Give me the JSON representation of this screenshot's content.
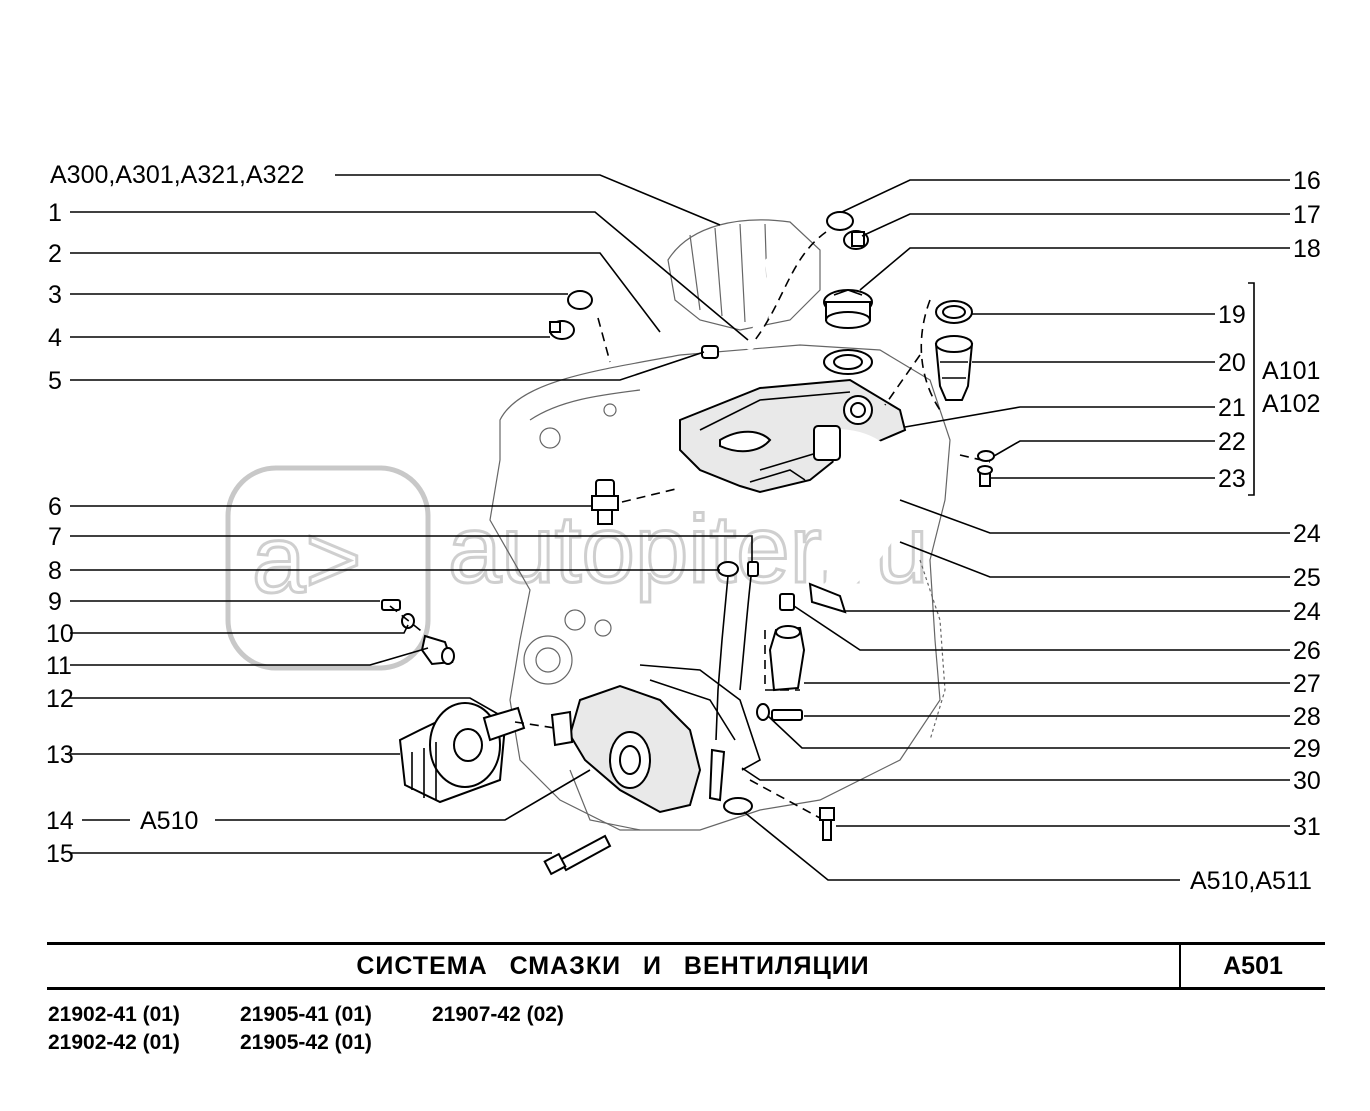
{
  "diagram": {
    "ref_top": "А300,А301,А321,А322",
    "ref_a510": "А510",
    "ref_a510_a511": "А510,А511",
    "ref_a101": "А101",
    "ref_a102": "А102",
    "left_numbers": [
      "1",
      "2",
      "3",
      "4",
      "5",
      "6",
      "7",
      "8",
      "9",
      "10",
      "11",
      "12",
      "13",
      "14",
      "15"
    ],
    "right_numbers": [
      "16",
      "17",
      "18",
      "19",
      "20",
      "21",
      "22",
      "23",
      "24",
      "25",
      "24",
      "26",
      "27",
      "28",
      "29",
      "30",
      "31"
    ],
    "watermark": "autopiter.ru"
  },
  "footer": {
    "title": "СИСТЕМА СМАЗКИ И ВЕНТИЛЯЦИИ",
    "code": "А501",
    "models": [
      "21902-41 (01)",
      "21902-42 (01)",
      "21905-41 (01)",
      "21905-42 (01)",
      "21907-42 (02)"
    ]
  }
}
